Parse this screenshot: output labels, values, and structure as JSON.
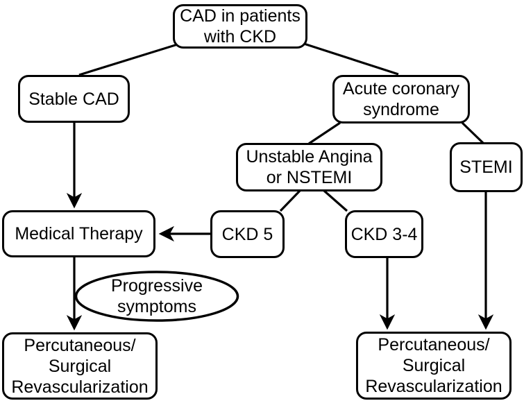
{
  "diagram": {
    "type": "flowchart",
    "background_color": "#ffffff",
    "stroke_color": "#000000",
    "nodes": {
      "cad_ckd": {
        "shape": "rounded-rect",
        "lines": [
          "CAD in patients",
          "with CKD"
        ]
      },
      "stable_cad": {
        "shape": "rounded-rect",
        "lines": [
          "Stable CAD"
        ]
      },
      "acute_coronary_syndrome": {
        "shape": "rounded-rect",
        "lines": [
          "Acute coronary",
          "syndrome"
        ]
      },
      "unstable_angina_nstemi": {
        "shape": "rounded-rect",
        "lines": [
          "Unstable Angina",
          "or NSTEMI"
        ]
      },
      "stemi": {
        "shape": "rounded-rect",
        "lines": [
          "STEMI"
        ]
      },
      "medical_therapy": {
        "shape": "rounded-rect",
        "lines": [
          "Medical Therapy"
        ]
      },
      "ckd_5": {
        "shape": "rounded-rect",
        "lines": [
          "CKD 5"
        ]
      },
      "ckd_3_4": {
        "shape": "rounded-rect",
        "lines": [
          "CKD 3-4"
        ]
      },
      "progressive_symptoms": {
        "shape": "ellipse",
        "lines": [
          "Progressive",
          "symptoms"
        ]
      },
      "revascularization_left": {
        "shape": "rounded-rect",
        "lines": [
          "Percutaneous/",
          "Surgical",
          "Revascularization"
        ]
      },
      "revascularization_right": {
        "shape": "rounded-rect",
        "lines": [
          "Percutaneous/",
          "Surgical",
          "Revascularization"
        ]
      }
    },
    "edges": [
      {
        "from": "cad_ckd",
        "to": "stable_cad",
        "arrowhead": false
      },
      {
        "from": "cad_ckd",
        "to": "acute_coronary_syndrome",
        "arrowhead": false
      },
      {
        "from": "acute_coronary_syndrome",
        "to": "unstable_angina_nstemi",
        "arrowhead": false
      },
      {
        "from": "acute_coronary_syndrome",
        "to": "stemi",
        "arrowhead": false
      },
      {
        "from": "unstable_angina_nstemi",
        "to": "ckd_5",
        "arrowhead": false
      },
      {
        "from": "unstable_angina_nstemi",
        "to": "ckd_3_4",
        "arrowhead": false
      },
      {
        "from": "stable_cad",
        "to": "medical_therapy",
        "arrowhead": true
      },
      {
        "from": "ckd_5",
        "to": "medical_therapy",
        "arrowhead": true
      },
      {
        "from": "medical_therapy",
        "to": "revascularization_left",
        "arrowhead": true,
        "via": "progressive_symptoms"
      },
      {
        "from": "ckd_3_4",
        "to": "revascularization_right",
        "arrowhead": true
      },
      {
        "from": "stemi",
        "to": "revascularization_right",
        "arrowhead": true
      }
    ]
  }
}
